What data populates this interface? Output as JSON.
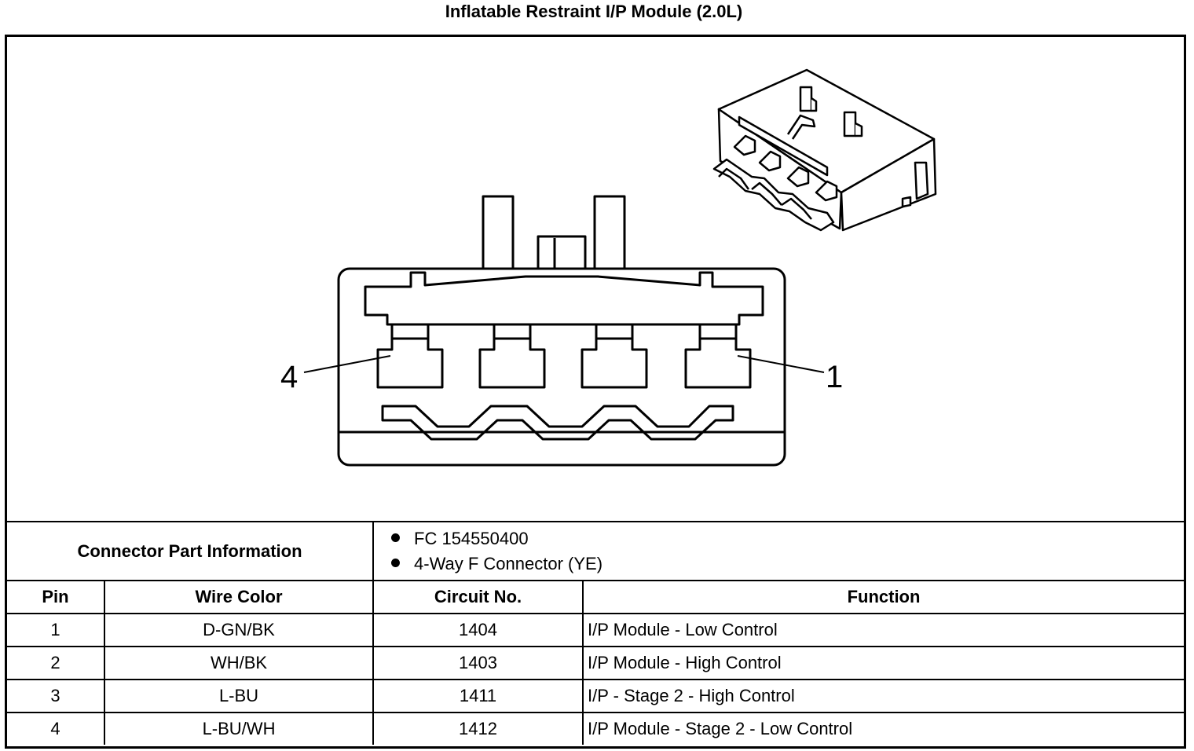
{
  "title": "Inflatable Restraint I/P Module (2.0L)",
  "diagram": {
    "pin_label_left": "4",
    "pin_label_right": "1"
  },
  "connector_info": {
    "label": "Connector Part Information",
    "items": [
      "FC 154550400",
      "4-Way F Connector (YE)"
    ]
  },
  "table": {
    "headers": [
      "Pin",
      "Wire Color",
      "Circuit No.",
      "Function"
    ],
    "rows": [
      [
        "1",
        "D-GN/BK",
        "1404",
        "I/P Module - Low Control"
      ],
      [
        "2",
        "WH/BK",
        "1403",
        "I/P Module - High Control"
      ],
      [
        "3",
        "L-BU",
        "1411",
        "I/P - Stage 2 - High Control"
      ],
      [
        "4",
        "L-BU/WH",
        "1412",
        "I/P Module - Stage 2 - Low Control"
      ]
    ]
  }
}
